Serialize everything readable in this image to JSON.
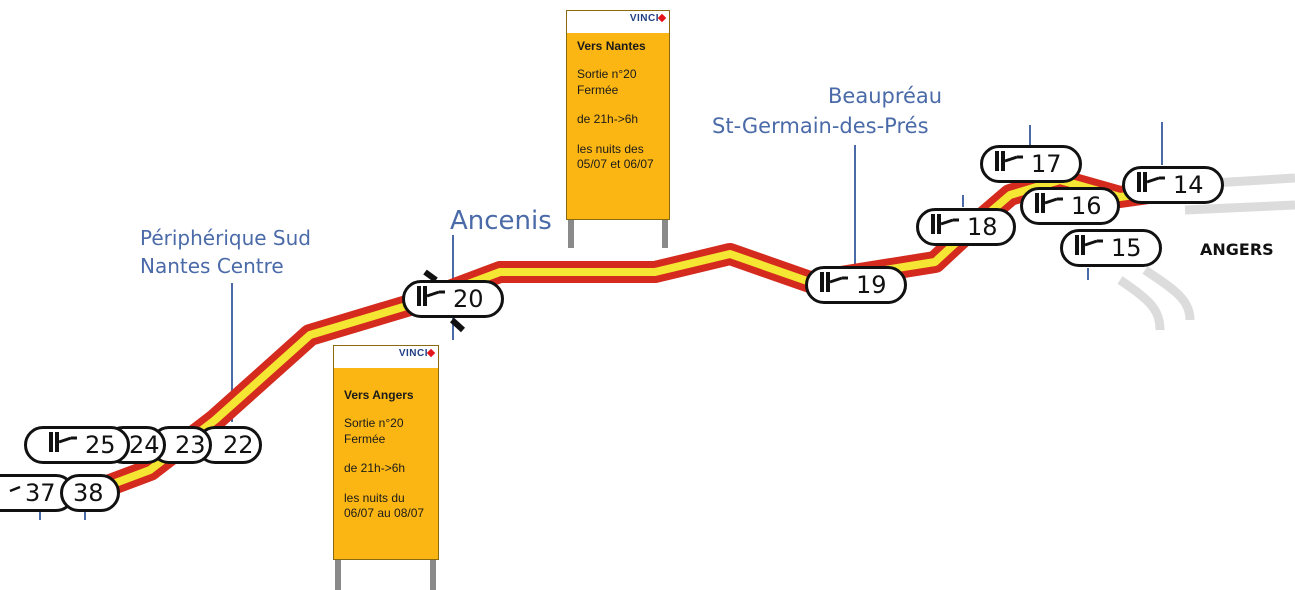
{
  "places": {
    "peripherique": "Périphérique Sud",
    "nantes_centre": "Nantes Centre",
    "ancenis": "Ancenis",
    "beaupreau": "Beaupréau",
    "st_germain": "St-Germain-des-Prés",
    "angers": "ANGERS"
  },
  "exits": {
    "e37": "37",
    "e38": "38",
    "e25": "25",
    "e24": "24",
    "e23": "23",
    "e22": "22",
    "e20": "20",
    "e19": "19",
    "e18": "18",
    "e17": "17",
    "e16": "16",
    "e15": "15",
    "e14": "14"
  },
  "sign_nantes": {
    "logo": "VINCI",
    "direction": "Vers Nantes",
    "line1": "Sortie n°20",
    "line2": "Fermée",
    "line3": "de 21h->6h",
    "line4": "les nuits des 05/07 et 06/07"
  },
  "sign_angers": {
    "logo": "VINCI",
    "direction": "Vers Angers",
    "line1": "Sortie n°20",
    "line2": "Fermée",
    "line3": "de 21h->6h",
    "line4": "les nuits du 06/07 au 08/07"
  },
  "colors": {
    "road_outer": "#d42b1e",
    "road_inner": "#f5e633",
    "leader": "#4a6aa8",
    "sign": "#fbb614"
  },
  "icons": {
    "exit": "exit-ramp-icon",
    "logo": "vinci-logo"
  }
}
